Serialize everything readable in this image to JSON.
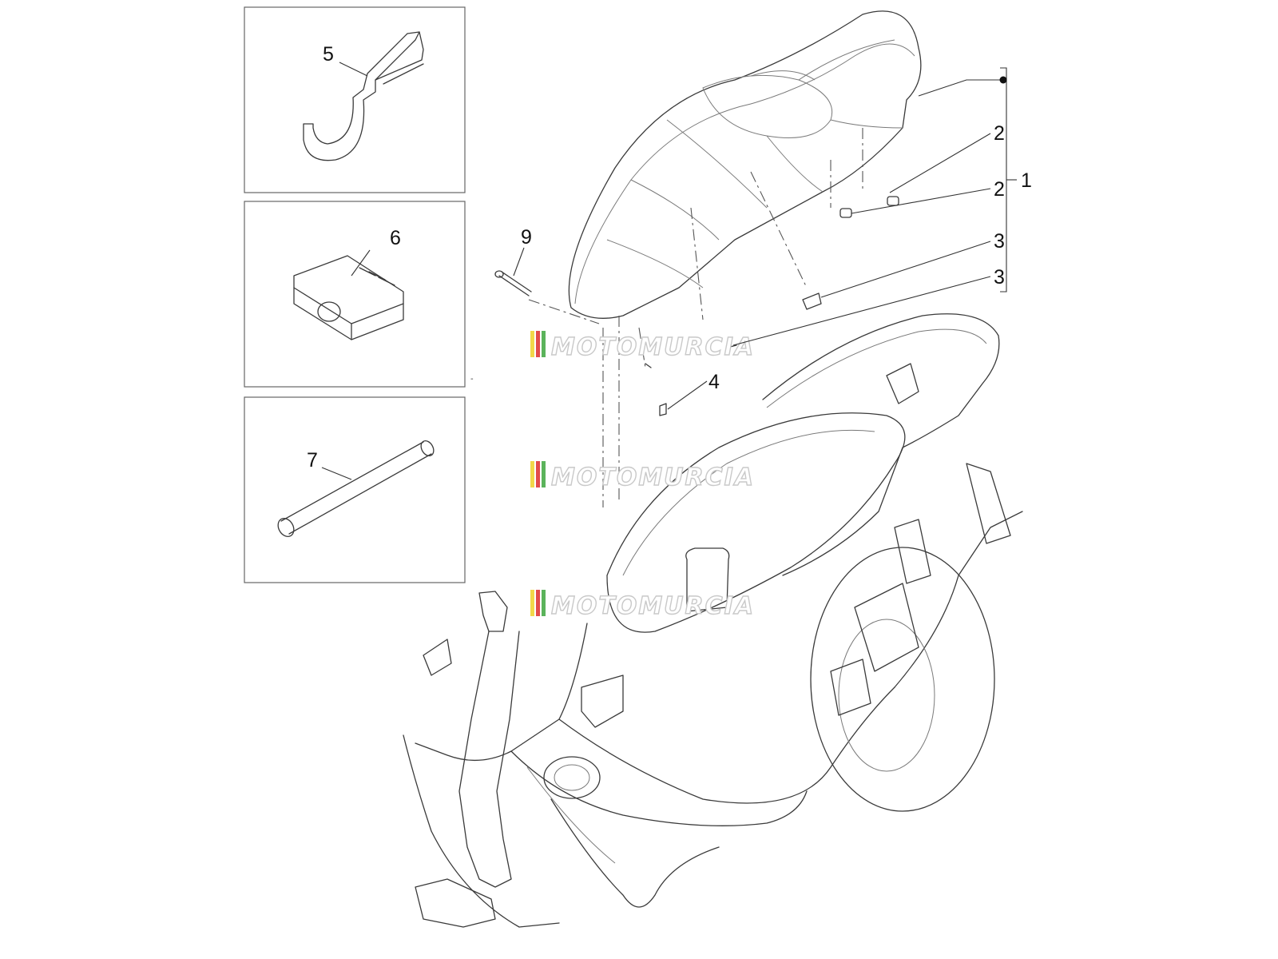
{
  "diagram": {
    "callouts": {
      "c1": "1",
      "c2a": "2",
      "c2b": "2",
      "c3a": "3",
      "c3b": "3",
      "c4": "4",
      "c5": "5",
      "c6": "6",
      "c7": "7",
      "c9": "9"
    },
    "watermark": "MOTOMURCIA",
    "colors": {
      "line": "#3a3a3a",
      "watermark_stripes": [
        "#f2d74a",
        "#e34a4a",
        "#5bb35b"
      ]
    }
  }
}
